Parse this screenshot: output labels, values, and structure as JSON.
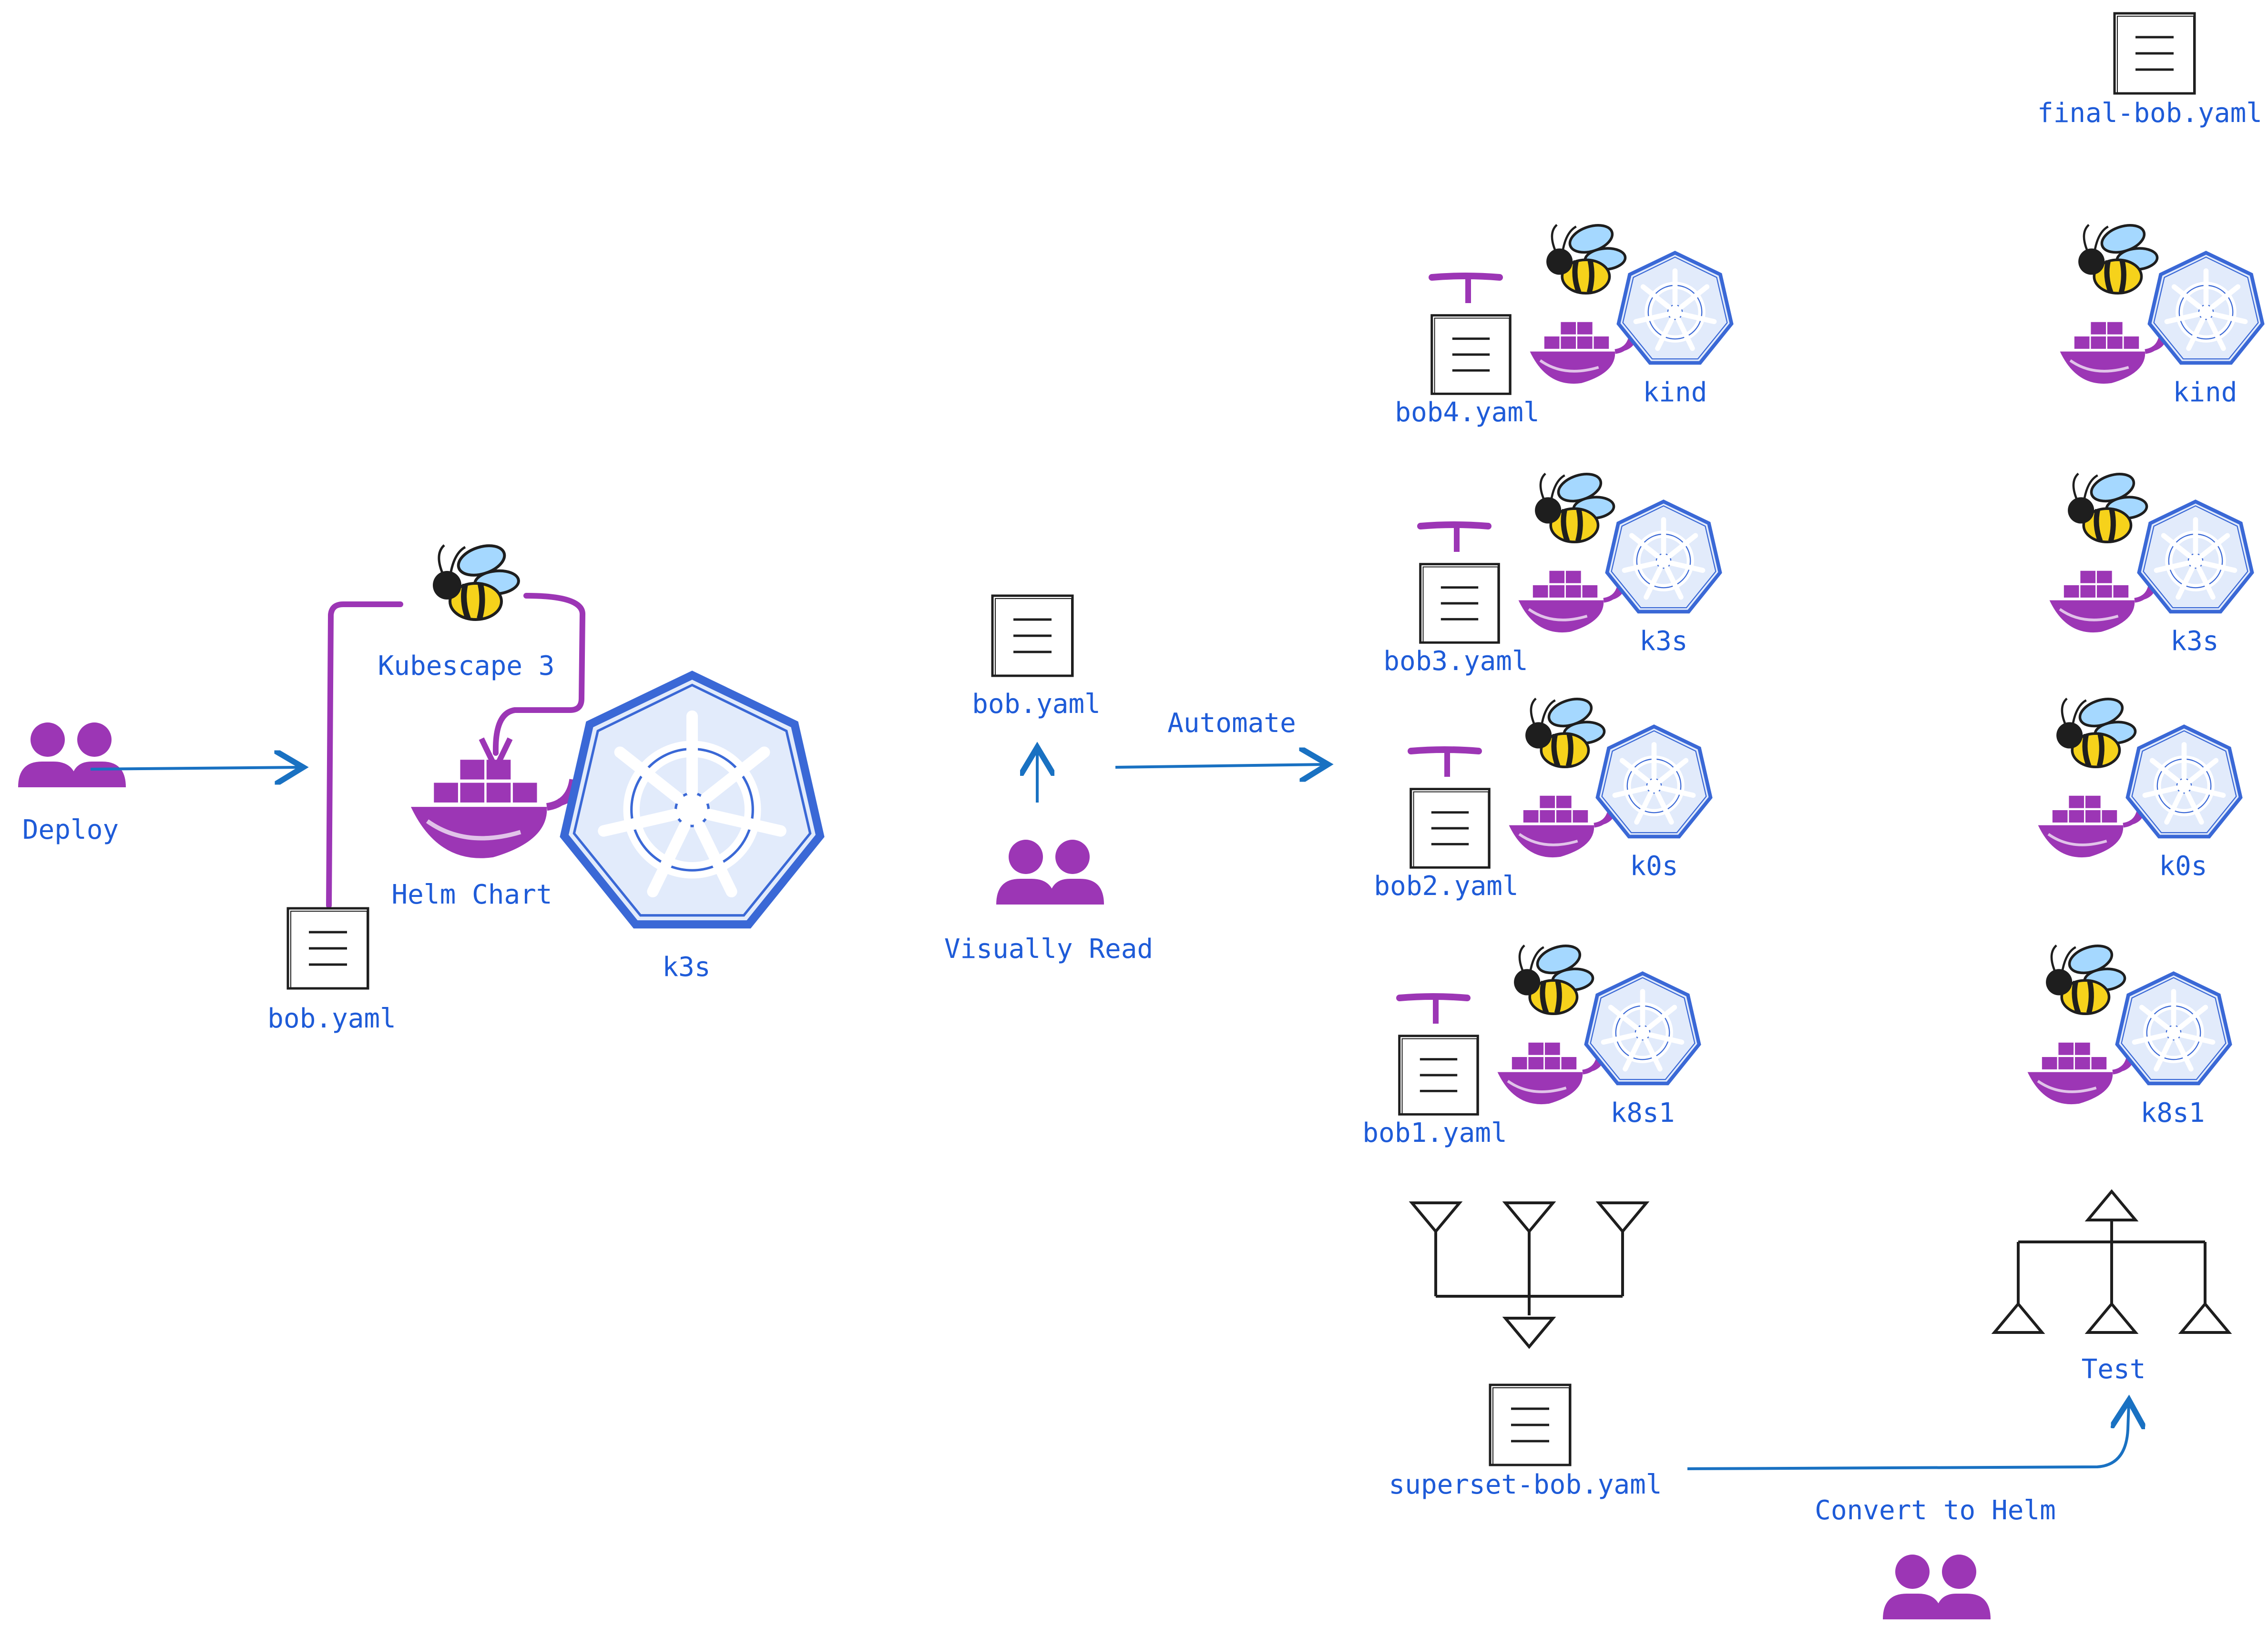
{
  "colors": {
    "label": "#1e5bd8",
    "arrow": "#1971c2",
    "purple": "#9c36b5",
    "k8s_blue": "#3a68d6",
    "bee_yellow": "#f6d21b",
    "bee_wing": "#a5d8ff",
    "ink": "#1e1e1e"
  },
  "left_flow": {
    "deploy_label": "Deploy",
    "kubescape_label": "Kubescape 3",
    "helm_chart_label": "Helm Chart",
    "bob_yaml_label": "bob.yaml",
    "k3s_label": "k3s"
  },
  "middle_flow": {
    "bob_yaml_label": "bob.yaml",
    "visually_read_label": "Visually Read",
    "automate_label": "Automate"
  },
  "clusters": [
    {
      "yaml": "bob4.yaml",
      "name": "kind"
    },
    {
      "yaml": "bob3.yaml",
      "name": "k3s"
    },
    {
      "yaml": "bob2.yaml",
      "name": "k0s"
    },
    {
      "yaml": "bob1.yaml",
      "name": "k8s1"
    }
  ],
  "right_clusters": [
    {
      "name": "kind"
    },
    {
      "name": "k3s"
    },
    {
      "name": "k0s"
    },
    {
      "name": "k8s1"
    }
  ],
  "merge": {
    "superset_label": "superset-bob.yaml"
  },
  "final": {
    "final_yaml_label": "final-bob.yaml",
    "test_label": "Test",
    "convert_label": "Convert to Helm"
  }
}
